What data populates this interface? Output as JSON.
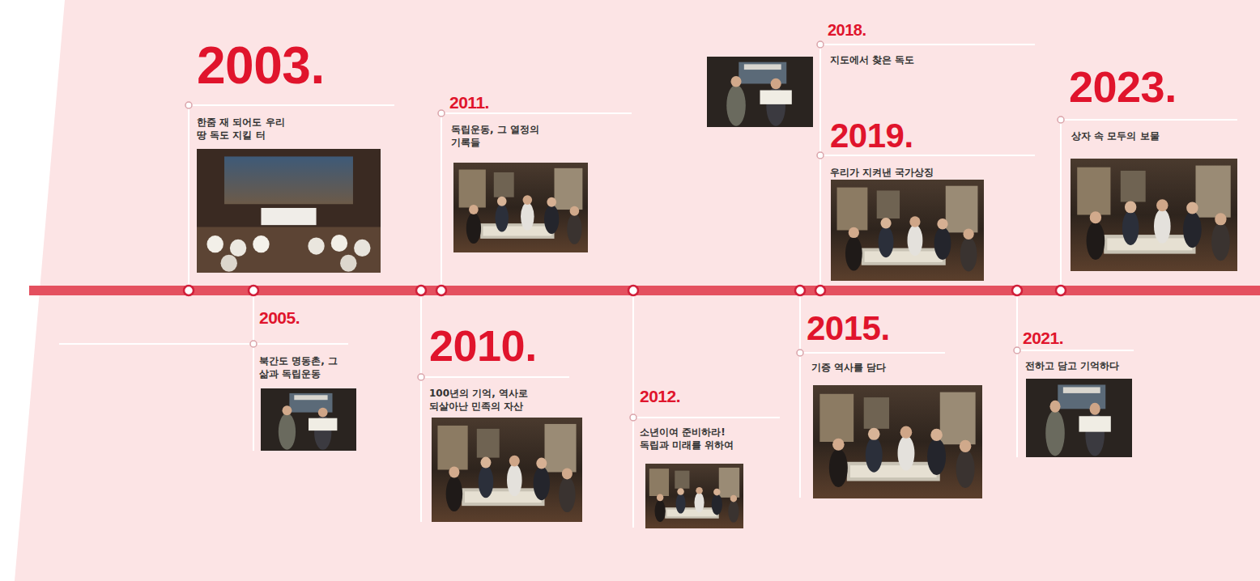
{
  "diagram": {
    "labels": [
      "2003.",
      "한줌 재 되어도 우리 땅 독도 지킬 터",
      "2005.",
      "북간도 명동촌, 그 삶과 독립운동",
      "2010.",
      "100년의 기억, 역사로 되살아난 민족의 자산",
      "2011.",
      "독립운동, 그 열정의 기록들",
      "2012.",
      "소년이여 준비하라! 독립과 미래를 위하여",
      "2015.",
      "기증 역사를 담다",
      "2018.",
      "지도에서 찾은 독도",
      "2019.",
      "우리가 지켜낸 국가상징",
      "2021.",
      "전하고 담고 기억하다",
      "2023.",
      "상자 속 모두의 보물"
    ]
  }
}
